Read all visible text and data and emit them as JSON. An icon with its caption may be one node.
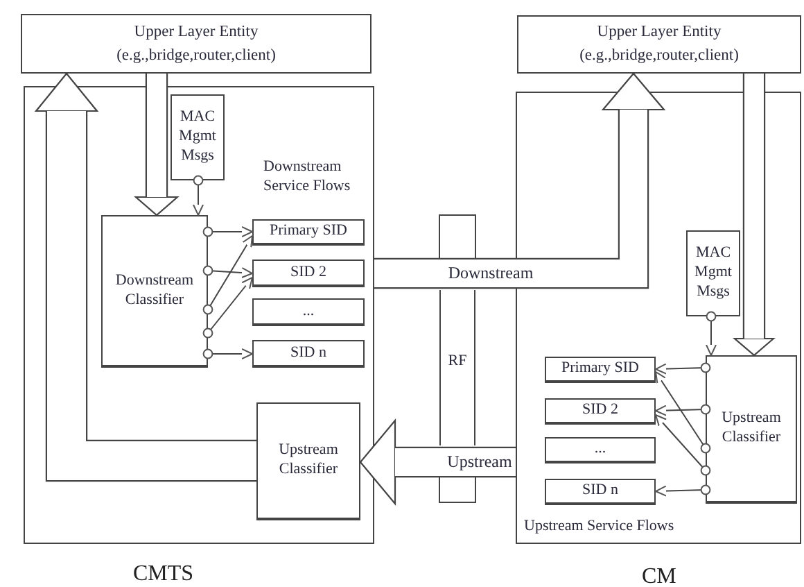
{
  "diagram": {
    "nodes": [
      {
        "text": [
          "Upper Layer Entity (e.g.,bridge,router,client)"
        ]
      },
      {
        "text": [
          "CMTS"
        ]
      },
      {
        "text": [
          "MAC Mgmt Msgs"
        ],
        "in": 1
      },
      {
        "text": [
          "Downstream Classifier"
        ],
        "in": 1
      },
      {
        "text": [
          "Primary SID"
        ],
        "in": 1
      },
      {
        "text": [
          "SID 2"
        ],
        "in": 1
      },
      {
        "text": [
          "..."
        ],
        "in": 1
      },
      {
        "text": [
          "SID n"
        ],
        "in": 1
      },
      {
        "text": [
          "Upstream Classifier"
        ],
        "in": 1
      },
      {
        "text": [
          "Upper Layer Entity (e.g.,bridge,router,client)"
        ]
      },
      {
        "text": [
          "CM"
        ]
      },
      {
        "text": [
          "MAC Mgmt Msgs"
        ],
        "in": 10
      },
      {
        "text": [
          "Upstream Classifier"
        ],
        "in": 10
      },
      {
        "text": [
          "Primary SID"
        ],
        "in": 10
      },
      {
        "text": [
          "SID 2"
        ],
        "in": 10
      },
      {
        "text": [
          "..."
        ],
        "in": 10
      },
      {
        "text": [
          "SID n"
        ],
        "in": 10
      },
      {
        "text": [
          "RF"
        ]
      }
    ],
    "edges": [
      {
        "from": 0,
        "to": 3,
        "arrow": "to",
        "style": "thick"
      },
      {
        "from": 8,
        "to": 0,
        "arrow": "to",
        "style": "thick"
      },
      {
        "from": 2,
        "to": 3,
        "arrow": "to"
      },
      {
        "from": 3,
        "to": 4,
        "arrow": "to"
      },
      {
        "from": 3,
        "to": 5,
        "arrow": "to"
      },
      {
        "from": 3,
        "to": 4,
        "arrow": "to"
      },
      {
        "from": 3,
        "to": 5,
        "arrow": "to"
      },
      {
        "from": 3,
        "to": 7,
        "arrow": "to"
      },
      {
        "from": 1,
        "to": 9,
        "arrow": "to",
        "style": "thick",
        "label": "Downstream"
      },
      {
        "from": 10,
        "to": 8,
        "arrow": "to",
        "style": "thick",
        "label": "Upstream"
      },
      {
        "from": 9,
        "to": 12,
        "arrow": "to",
        "style": "thick"
      },
      {
        "from": 11,
        "to": 12,
        "arrow": "to"
      },
      {
        "from": 12,
        "to": 13,
        "arrow": "to"
      },
      {
        "from": 12,
        "to": 14,
        "arrow": "to"
      },
      {
        "from": 12,
        "to": 13,
        "arrow": "to"
      },
      {
        "from": 12,
        "to": 14,
        "arrow": "to"
      },
      {
        "from": 12,
        "to": 16,
        "arrow": "to"
      }
    ],
    "labels": [
      "Downstream Service Flows",
      "Upstream Service Flows"
    ]
  }
}
